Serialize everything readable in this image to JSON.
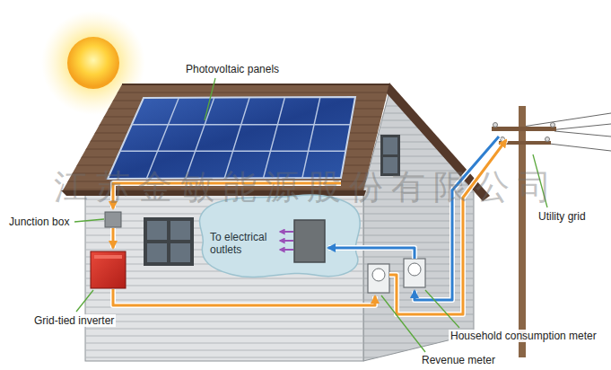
{
  "diagram": {
    "nodes": [
      {
        "text": [
          "To electrical outlets"
        ]
      }
    ],
    "labels": [
      "Photovoltaic panels",
      "Junction box",
      "Grid-tied inverter",
      "Utility grid",
      "Household consumption meter",
      "Revenue meter",
      "江苏金敏能源股份有限公司"
    ]
  }
}
